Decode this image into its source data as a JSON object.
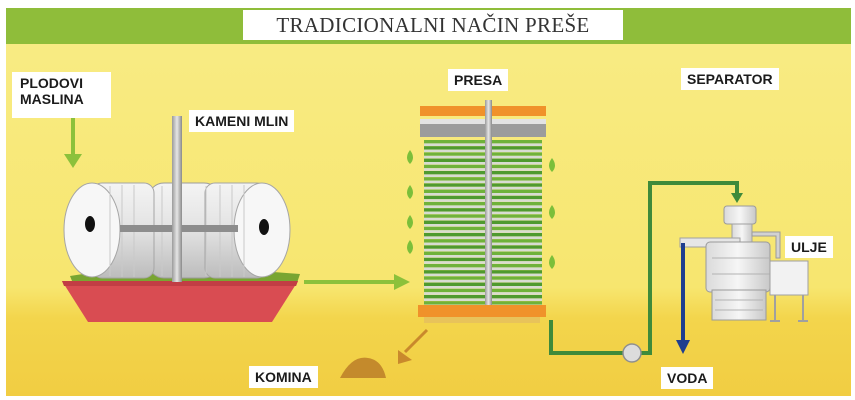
{
  "title": "TRADICIONALNI NAČIN PREŠE",
  "labels": {
    "plodovi_masline": "PLODOVI\nMASLINA",
    "kameni_mlin": "KAMENI MLIN",
    "presa": "PRESA",
    "separator": "SEPARATOR",
    "ulje": "ULJE",
    "komina": "KOMINA",
    "voda": "VODA"
  },
  "colors": {
    "background_top": "#f7e97a",
    "background_bottom": "#f3d24a",
    "header_band": "#8fbd3a",
    "arrow_green": "#8cc13b",
    "arrow_brown": "#c9892c",
    "pipe_green": "#3f8a3a",
    "water_blue": "#1f3e8f",
    "basin_red": "#d94c52",
    "press_orange": "#f0922a",
    "flame_green": "#7bbf3a"
  }
}
